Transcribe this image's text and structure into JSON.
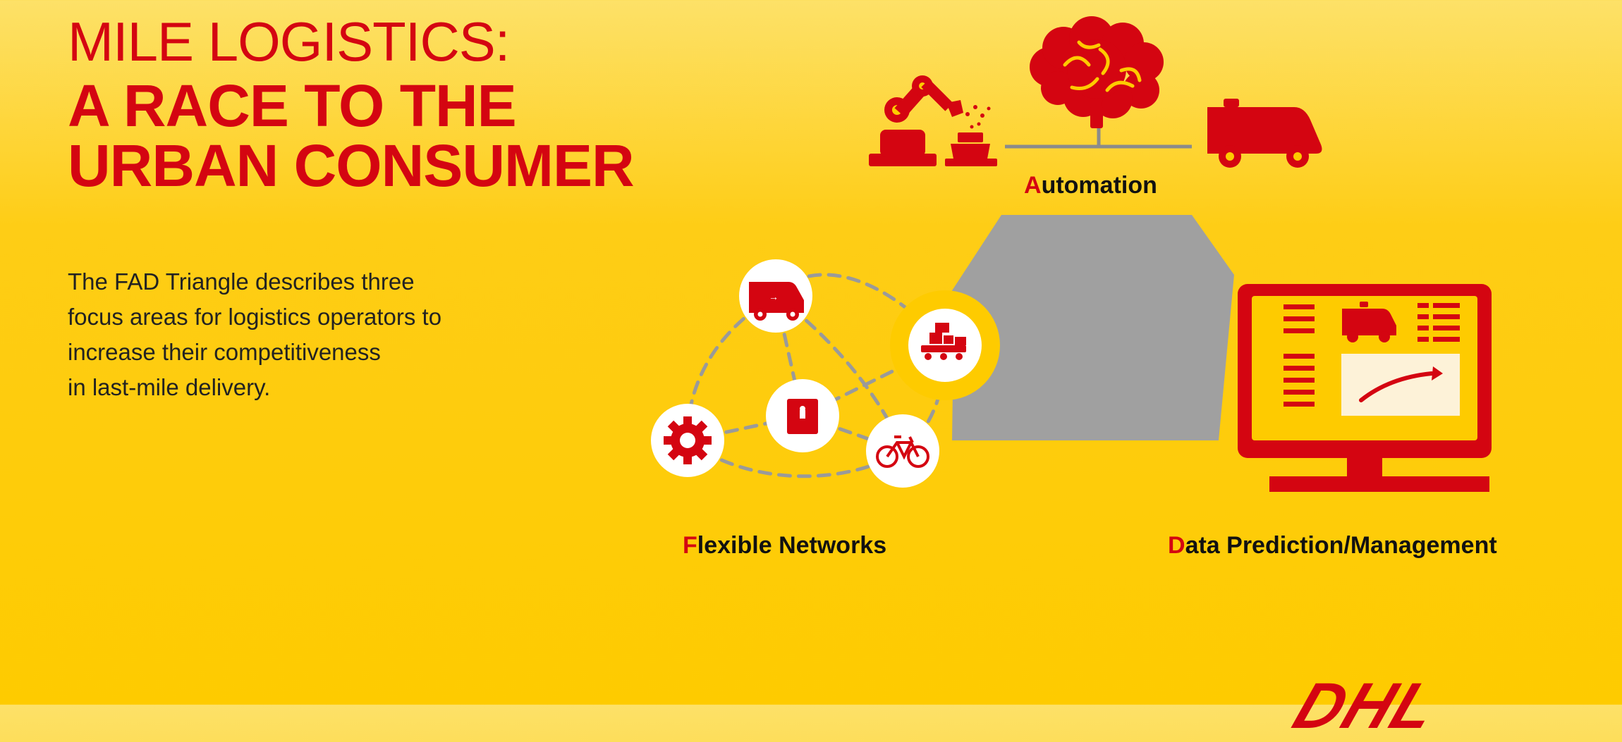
{
  "title": {
    "line1": "MILE LOGISTICS:",
    "line2": "A RACE TO THE",
    "line3": "URBAN CONSUMER"
  },
  "description": {
    "line1": "The FAD Triangle describes three",
    "line2": "focus areas for logistics operators to",
    "line3": "increase their competitiveness",
    "line4": "in last-mile delivery."
  },
  "labels": {
    "automation": {
      "initial": "A",
      "rest": "utomation"
    },
    "flexible": {
      "initial": "F",
      "rest": "lexible Networks"
    },
    "data": {
      "initial": "D",
      "rest": "ata Prediction/Management"
    }
  },
  "brand": {
    "logo": "DHL"
  },
  "colors": {
    "brand_red": "#d40511",
    "brand_yellow": "#fecb00",
    "triangle_gray": "#a0a0a0",
    "node_white": "#ffffff"
  },
  "icons": {
    "automation": [
      "robot-arm-icon",
      "brain-icon",
      "delivery-robot-icon"
    ],
    "networks": [
      "van-icon",
      "cargo-box-icon",
      "parcel-locker-icon",
      "gear-icon",
      "bicycle-icon"
    ],
    "data": [
      "monitor-dashboard-icon"
    ]
  }
}
